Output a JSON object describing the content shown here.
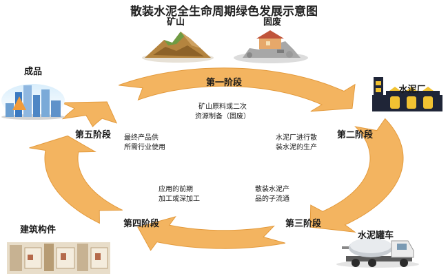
{
  "title": "散装水泥全生命周期绿色发展示意图",
  "colors": {
    "arrow": "#f3b460",
    "arrow_edge": "#e39a3c",
    "text": "#1a1a1a"
  },
  "stages": [
    {
      "label": "第一阶段",
      "desc": [
        "矿山原料或二次",
        "资源制备（固废）"
      ]
    },
    {
      "label": "第二阶段",
      "desc": [
        "水泥厂进行散",
        "装水泥的生产"
      ]
    },
    {
      "label": "第三阶段",
      "desc": [
        "散装水泥产",
        "品的子流通"
      ]
    },
    {
      "label": "第四阶段",
      "desc": [
        "应用的前期",
        "加工或深加工"
      ]
    },
    {
      "label": "第五阶段",
      "desc": [
        "最终产品供",
        "所需行业使用"
      ]
    }
  ],
  "icons": [
    {
      "name": "mine",
      "label": "矿山"
    },
    {
      "name": "solid-waste",
      "label": "固废"
    },
    {
      "name": "cement-plant",
      "label": "水泥厂"
    },
    {
      "name": "mixer-truck",
      "label": "水泥罐车"
    },
    {
      "name": "building-components",
      "label": "建筑构件"
    },
    {
      "name": "products",
      "label": "成品"
    }
  ]
}
